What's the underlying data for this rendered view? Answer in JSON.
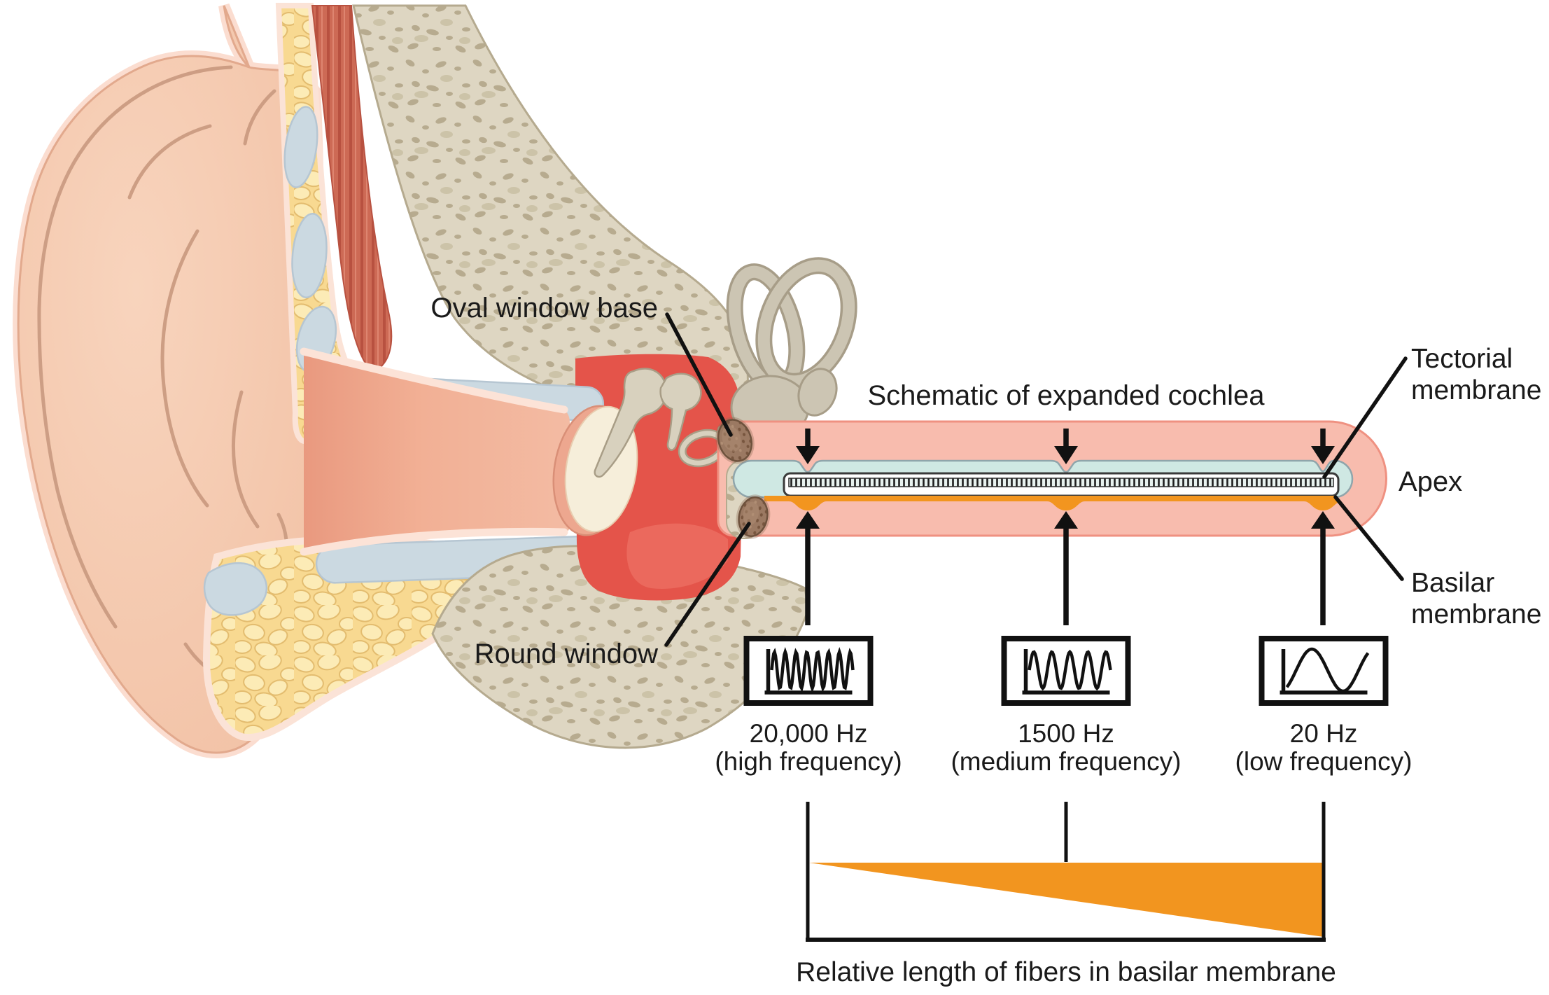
{
  "labels": {
    "oval_window_base": "Oval window base",
    "round_window": "Round window",
    "schematic_title": "Schematic of expanded cochlea",
    "tectorial_membrane": {
      "line1": "Tectorial",
      "line2": "membrane"
    },
    "apex": "Apex",
    "basilar_membrane": {
      "line1": "Basilar",
      "line2": "membrane"
    },
    "bottom_caption": "Relative length of fibers in basilar membrane"
  },
  "frequency_points": [
    {
      "frequency": "20,000 Hz",
      "descriptor": "(high frequency)",
      "wave_cycles": 7.5
    },
    {
      "frequency": "1500 Hz",
      "descriptor": "(medium frequency)",
      "wave_cycles": 4.5
    },
    {
      "frequency": "20 Hz",
      "descriptor": "(low frequency)",
      "wave_cycles": 1.3
    }
  ],
  "chart_data": {
    "type": "area",
    "title": "Relative length of fibers in basilar membrane",
    "categories": [
      "20,000 Hz (high frequency)",
      "1500 Hz (medium frequency)",
      "20 Hz (low frequency)"
    ],
    "values": [
      0,
      50,
      100
    ],
    "note": "Fiber length increases linearly from base (high frequency) to apex (low frequency)"
  },
  "colors": {
    "cochlea_duct_pink": "#F8BCAE",
    "cochlea_duct_edge": "#EF9181",
    "scala_media_blue": "#CFE8E3",
    "basilar_membrane_orange": "#F2951F",
    "bone_beige": "#DED6C2",
    "fat_yellow": "#F8D991",
    "cartilage_blue": "#CBD9E1",
    "middle_ear_red": "#E4544A",
    "skin_flesh": "#F5C9B0",
    "muscle_red": "#CD6A55",
    "window_brown": "#9B7962",
    "arrow_black": "#111111"
  }
}
